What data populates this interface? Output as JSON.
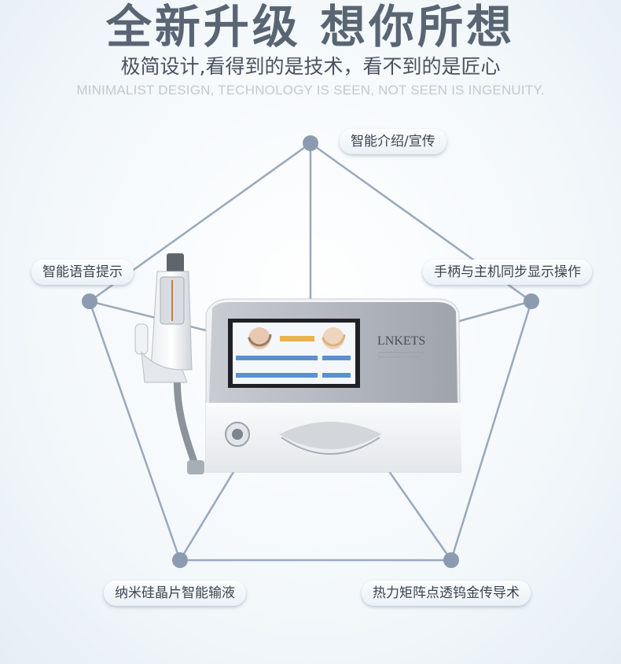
{
  "header": {
    "title": "全新升级 想你所想",
    "subtitle": "极简设计,看得到的是技术，看不到的是匠心",
    "english_subtitle": "MINIMALIST DESIGN, TECHNOLOGY IS SEEN, NOT SEEN IS INGENUITY."
  },
  "features": {
    "top": "智能介绍/宣传",
    "left": "智能语音提示",
    "right": "手柄与主机同步显示操作",
    "bottom_left": "纳米硅晶片智能输液",
    "bottom_right": "热力矩阵点透钨金传导术"
  },
  "device": {
    "brand": "LNKETS"
  },
  "colors": {
    "node": "#8c9bb0",
    "line": "#9aa8bb",
    "title": "#5a6574"
  }
}
